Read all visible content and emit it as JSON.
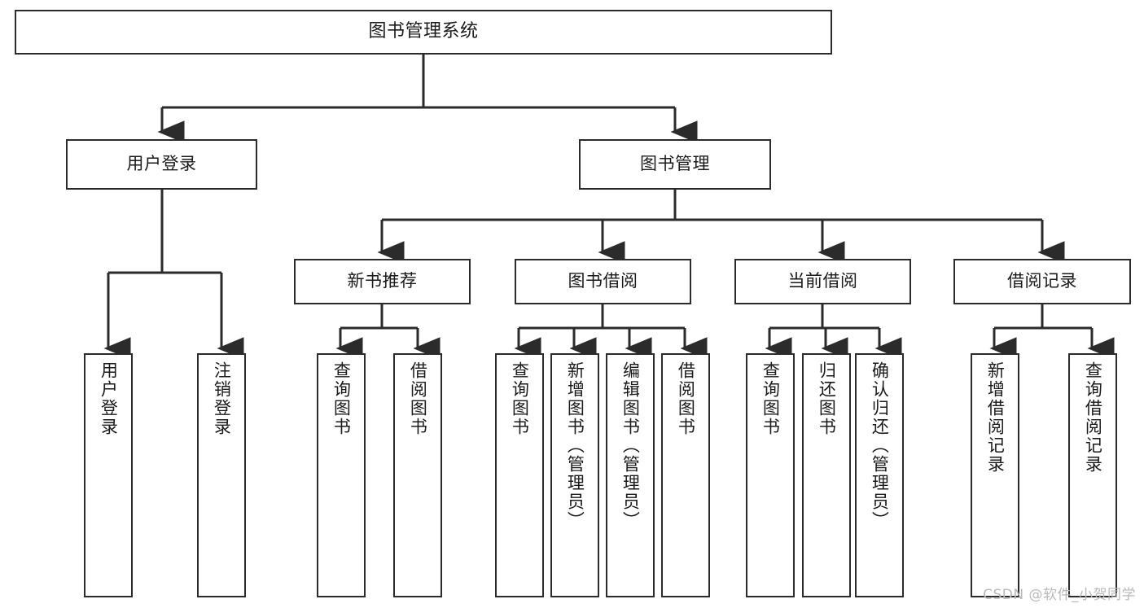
{
  "diagram": {
    "title": "图书管理系统",
    "colors": {
      "stroke": "#2b2b2b",
      "fill": "#ffffff",
      "text": "#1a1a1a",
      "watermark": "#b9b9b9"
    },
    "nodes": {
      "root": {
        "label": "图书管理系统"
      },
      "level2": [
        {
          "label": "用户登录"
        },
        {
          "label": "图书管理"
        }
      ],
      "level3": [
        {
          "label": "新书推荐"
        },
        {
          "label": "图书借阅"
        },
        {
          "label": "当前借阅"
        },
        {
          "label": "借阅记录"
        }
      ],
      "leaves_user_login": [
        {
          "label": "用户登录"
        },
        {
          "label": "注销登录"
        }
      ],
      "leaves_new_book": [
        {
          "label": "查询图书"
        },
        {
          "label": "借阅图书"
        }
      ],
      "leaves_borrow": [
        {
          "label": "查询图书"
        },
        {
          "label": "新增图书（管理员）"
        },
        {
          "label": "编辑图书（管理员）"
        },
        {
          "label": "借阅图书"
        }
      ],
      "leaves_current": [
        {
          "label": "查询图书"
        },
        {
          "label": "归还图书"
        },
        {
          "label": "确认归还（管理员）"
        }
      ],
      "leaves_records": [
        {
          "label": "新增借阅记录"
        },
        {
          "label": "查询借阅记录"
        }
      ]
    },
    "watermark": "CSDN @软件_小贺同学"
  }
}
